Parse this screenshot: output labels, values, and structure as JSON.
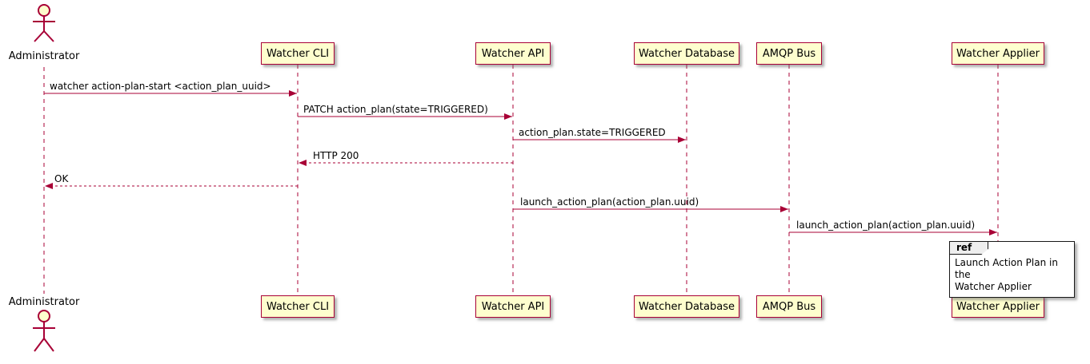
{
  "diagram": {
    "actor": {
      "name": "Administrator"
    },
    "participants": [
      {
        "label": "Watcher CLI"
      },
      {
        "label": "Watcher API"
      },
      {
        "label": "Watcher Database"
      },
      {
        "label": "AMQP Bus"
      },
      {
        "label": "Watcher Applier"
      }
    ],
    "messages": [
      {
        "label": "watcher action-plan-start <action_plan_uuid>",
        "from": "Administrator",
        "to": "Watcher CLI",
        "type": "solid"
      },
      {
        "label": "PATCH action_plan(state=TRIGGERED)",
        "from": "Watcher CLI",
        "to": "Watcher API",
        "type": "solid"
      },
      {
        "label": "action_plan.state=TRIGGERED",
        "from": "Watcher API",
        "to": "Watcher Database",
        "type": "solid"
      },
      {
        "label": "HTTP 200",
        "from": "Watcher API",
        "to": "Watcher CLI",
        "type": "dashed"
      },
      {
        "label": "OK",
        "from": "Watcher CLI",
        "to": "Administrator",
        "type": "dashed"
      },
      {
        "label": "launch_action_plan(action_plan.uuid)",
        "from": "Watcher API",
        "to": "AMQP Bus",
        "type": "solid"
      },
      {
        "label": "launch_action_plan(action_plan.uuid)",
        "from": "AMQP Bus",
        "to": "Watcher Applier",
        "type": "solid"
      }
    ],
    "ref": {
      "header": "ref",
      "lines": [
        "Launch Action Plan in the",
        "Watcher Applier"
      ]
    },
    "colors": {
      "participant_fill": "#FEFECE",
      "line_and_border": "#A80036",
      "text": "#000000",
      "ref_header_fill": "#EEEEEE",
      "ref_border": "#181818"
    }
  }
}
